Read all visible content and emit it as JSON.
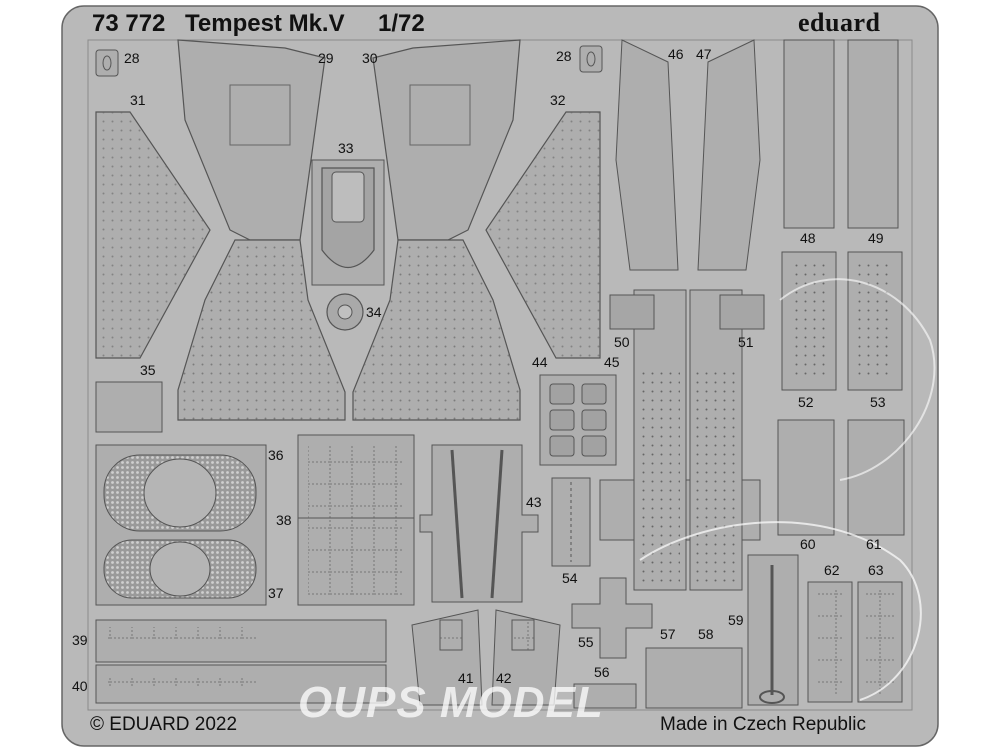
{
  "header": {
    "fret_number": "73 772",
    "model_name": "Tempest Mk.V",
    "scale": "1/72",
    "brand": "eduard"
  },
  "footer": {
    "copyright": "© EDUARD 2022",
    "made_in": "Made in Czech Republic"
  },
  "watermark": "OUPS MODEL",
  "colors": {
    "fret_fill": "#b9b9b9",
    "part_fill": "#aeaeae",
    "line": "#555555",
    "background": "#ffffff"
  },
  "part_numbers": [
    "28",
    "28",
    "29",
    "30",
    "31",
    "32",
    "33",
    "34",
    "35",
    "36",
    "37",
    "38",
    "39",
    "40",
    "41",
    "42",
    "43",
    "44",
    "45",
    "46",
    "47",
    "48",
    "49",
    "50",
    "51",
    "52",
    "53",
    "54",
    "55",
    "56",
    "57",
    "58",
    "59",
    "60",
    "61",
    "62",
    "63"
  ]
}
